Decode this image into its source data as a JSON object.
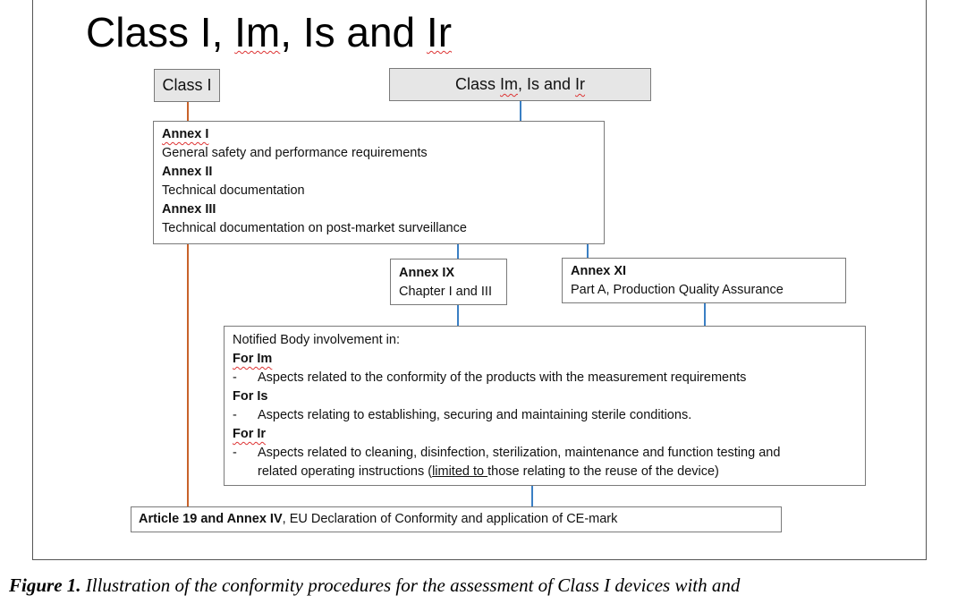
{
  "title": {
    "prefix": "Class I, ",
    "im": "Im",
    "mid1": ", Is and ",
    "ir": "Ir"
  },
  "header_class_i": "Class I",
  "header_class_others": {
    "prefix": "Class ",
    "im": "Im",
    "mid": ", Is and ",
    "ir": "Ir"
  },
  "annex_box": {
    "annex1_title": "Annex I",
    "annex1_text": "General safety and performance requirements",
    "annex2_title": "Annex II",
    "annex2_text": "Technical documentation",
    "annex3_title": "Annex III",
    "annex3_text": "Technical documentation on post-market surveillance"
  },
  "annex_ix": {
    "title": "Annex IX",
    "text": "Chapter I and III"
  },
  "annex_xi": {
    "title": "Annex XI",
    "text": "Part A, Production Quality Assurance"
  },
  "notified_body": {
    "intro": "Notified Body involvement in:",
    "dash": "-",
    "for_im": "For Im",
    "im_text": "Aspects related to the conformity of the products with the measurement requirements",
    "for_is": "For Is",
    "is_text": "Aspects relating to establishing, securing and maintaining sterile conditions.",
    "for_ir": "For Ir",
    "ir_text_line1": "Aspects related to cleaning, disinfection, sterilization, maintenance and function testing and",
    "ir_text_line2_a": "related operating instructions (",
    "ir_text_line2_underlined": "limited to ",
    "ir_text_line2_b": "those relating to the reuse of the device)"
  },
  "article_box": {
    "bold": "Article 19 and Annex IV",
    "text": ", EU Declaration of Conformity and application of CE-mark"
  },
  "caption": {
    "label": "Figure 1.",
    "text": " Illustration of the conformity procedures for the assessment of Class I devices with and"
  },
  "colors": {
    "class_i_line": "#c8622a",
    "class_others_line": "#3a7fc4",
    "header_fill": "#e6e6e6"
  }
}
